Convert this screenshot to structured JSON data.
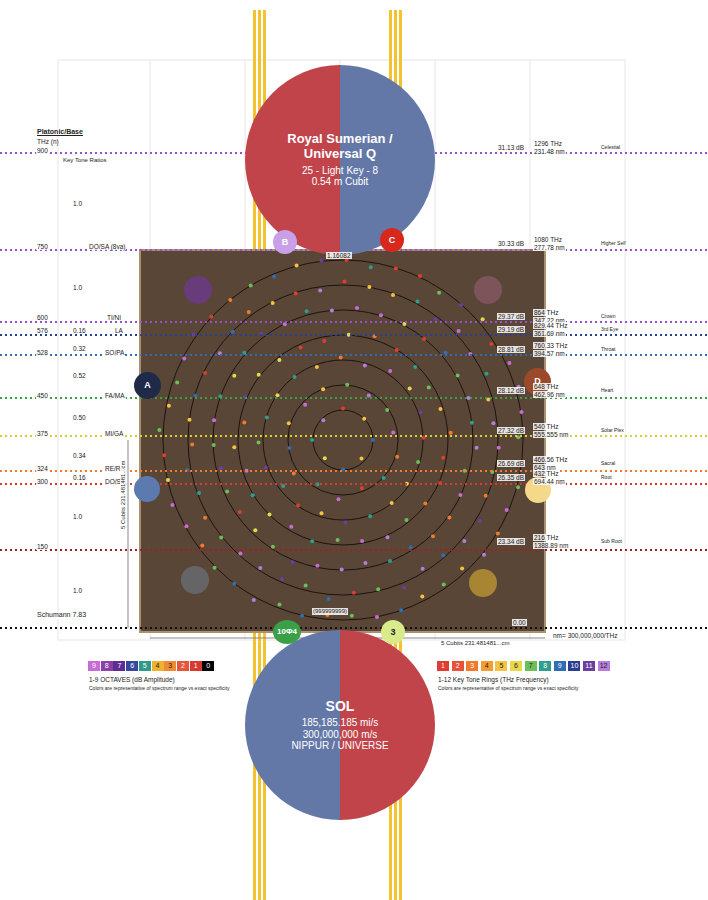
{
  "diagram": {
    "nodes": [
      {
        "text": [
          "Royal Sumerian / Universal Q",
          "25 - Light Key - 8",
          "0.54 m Cubit"
        ]
      },
      {
        "text": [
          "SOL",
          "185,185.185 mi/s",
          "300,000,000 m/s",
          "NIPPUR / UNIVERSE"
        ]
      },
      {
        "text": [
          "B"
        ]
      },
      {
        "text": [
          "C"
        ]
      },
      {
        "text": [
          "A"
        ]
      },
      {
        "text": [
          "D"
        ]
      },
      {
        "text": [
          "10Φ4"
        ]
      },
      {
        "text": [
          "3"
        ]
      }
    ],
    "labels": [
      "Platonic/Base",
      "THz (n)",
      "900",
      "Key Tone Ratios",
      "1.0",
      "750",
      "DO/SA (8va)",
      "1.0",
      "600",
      "TI/NI",
      "576",
      "0.16",
      "LA",
      "528",
      "0.32",
      "SO/PA",
      "0.52",
      "450",
      "FA/MA",
      "0.50",
      "375",
      "MI/GA",
      "0.34",
      "324",
      "RE/RE",
      "300",
      "0.16",
      "DO/SA",
      "1.0",
      "150",
      "1.0",
      "Schumann 7.83",
      "31.13 dB",
      "1296 THz",
      "231.48 nm",
      "Celestial",
      "30.33 dB",
      "1080 THz",
      "277.78 nm",
      "Higher Self",
      "29.37 dB",
      "864 THz",
      "347.22 nm",
      "Crown",
      "29.19 dB",
      "829.44 THz",
      "361.69 nm",
      "3rd Eye",
      "28.81 dB",
      "760.33 THz",
      "394.57 nm",
      "Throat",
      "28.12 dB",
      "648 THz",
      "462.96 nm",
      "Heart",
      "27.32 dB",
      "540 THz",
      "555.555 nm",
      "Solar Plex",
      "26.69 dB",
      "466.56 THz",
      "643 nm",
      "Sacral",
      "26.35 dB",
      "432 THz",
      "694.44 nm",
      "Root",
      "23.34 dB",
      "216 THz",
      "1388.89 nm",
      "Sub Root",
      "0.00",
      "nm= 300,000,000/THz",
      "5 Cubits 231.481481...cm",
      "5 Cubits 231.481481...cm",
      "1.16082",
      "(999999999)",
      "1-9 OCTAVES (dB Amplitude)",
      "Colors are representative of spectrum range vs exact specificity",
      "1-12 Key Tone Rings (THz Frequency)",
      "Colors are representative of spectrum range vs exact specificity"
    ],
    "legend": [
      {
        "text": "9",
        "color": "#c86dd7"
      },
      {
        "text": "8",
        "color": "#8b3fa8"
      },
      {
        "text": "7",
        "color": "#5e2d91"
      },
      {
        "text": "6",
        "color": "#3548a0"
      },
      {
        "text": "5",
        "color": "#2f9a8a"
      },
      {
        "text": "4",
        "color": "#f0b030"
      },
      {
        "text": "3",
        "color": "#f08a30"
      },
      {
        "text": "2",
        "color": "#e8553a"
      },
      {
        "text": "1",
        "color": "#d63a30"
      },
      {
        "text": "0",
        "color": "#000000"
      },
      {
        "text": "1",
        "color": "#e03c31"
      },
      {
        "text": "2",
        "color": "#e8503a"
      },
      {
        "text": "3",
        "color": "#f07a30"
      },
      {
        "text": "4",
        "color": "#f39c32"
      },
      {
        "text": "5",
        "color": "#f5c242"
      },
      {
        "text": "6",
        "color": "#e8d84a"
      },
      {
        "text": "7",
        "color": "#6bbf59"
      },
      {
        "text": "8",
        "color": "#2e9e8f"
      },
      {
        "text": "9",
        "color": "#2f6db5"
      },
      {
        "text": "10",
        "color": "#2a3f8f"
      },
      {
        "text": "11",
        "color": "#6a3fa0"
      },
      {
        "text": "12",
        "color": "#b57edc"
      }
    ]
  }
}
